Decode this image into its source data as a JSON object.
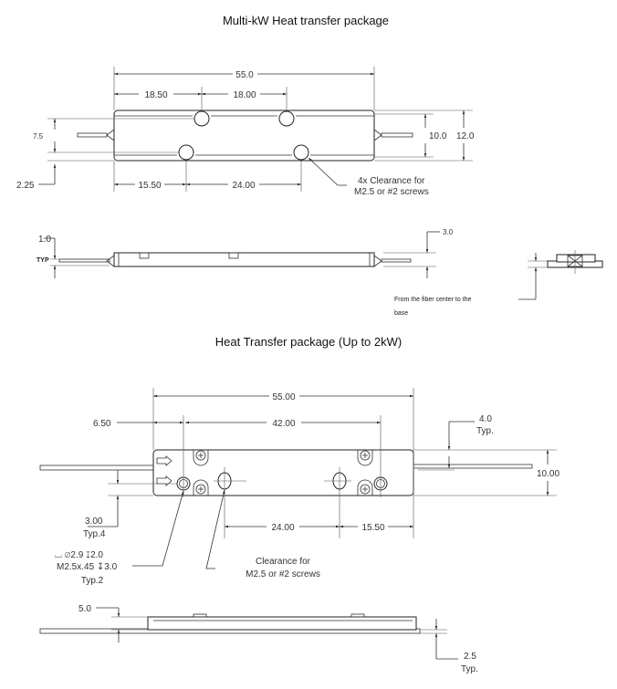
{
  "titles": {
    "multi_kw": "Multi-kW Heat transfer package",
    "up_to_2kw": "Heat Transfer package (Up to 2kW)"
  },
  "multi_kw_top": {
    "overall_length": "55.0",
    "hole_offset_top_left": "18.50",
    "hole_spacing_top": "18.00",
    "hole_offset_bottom_left": "15.50",
    "hole_spacing_bottom": "24.00",
    "inner_width": "10.0",
    "overall_width": "12.0",
    "hole_row_spacing": "7.5",
    "hole_edge_offset": "2.25",
    "clearance_note_1": "4x Clearance for",
    "clearance_note_2": "M2.5 or #2 screws"
  },
  "multi_kw_side": {
    "fiber_dim": "1.0",
    "fiber_dim_note": "TYP",
    "height_dim": "3.0",
    "fiber_center_note_1": "From the fiber center to the",
    "fiber_center_note_2": "base"
  },
  "up_to_2kw_top": {
    "overall_length": "55.00",
    "edge_offset": "6.50",
    "tapped_spacing": "42.00",
    "width": "10.00",
    "fiber_height": "4.0",
    "fiber_height_note": "Typ.",
    "tapped_edge_offset": "3.00",
    "tapped_edge_offset_note": "Typ.4",
    "clearance_spacing": "24.00",
    "clearance_edge_offset": "15.50",
    "tapped_callout_1": "⌴ ⌀2.9 ↧2.0",
    "tapped_callout_2": "M2.5x.45 ↧3.0",
    "tapped_callout_3": "Typ.2",
    "clearance_note_1": "Clearance for",
    "clearance_note_2": "M2.5 or #2 screws"
  },
  "up_to_2kw_side": {
    "height_dim": "5.0",
    "base_dim": "2.5",
    "base_dim_note": "Typ."
  }
}
